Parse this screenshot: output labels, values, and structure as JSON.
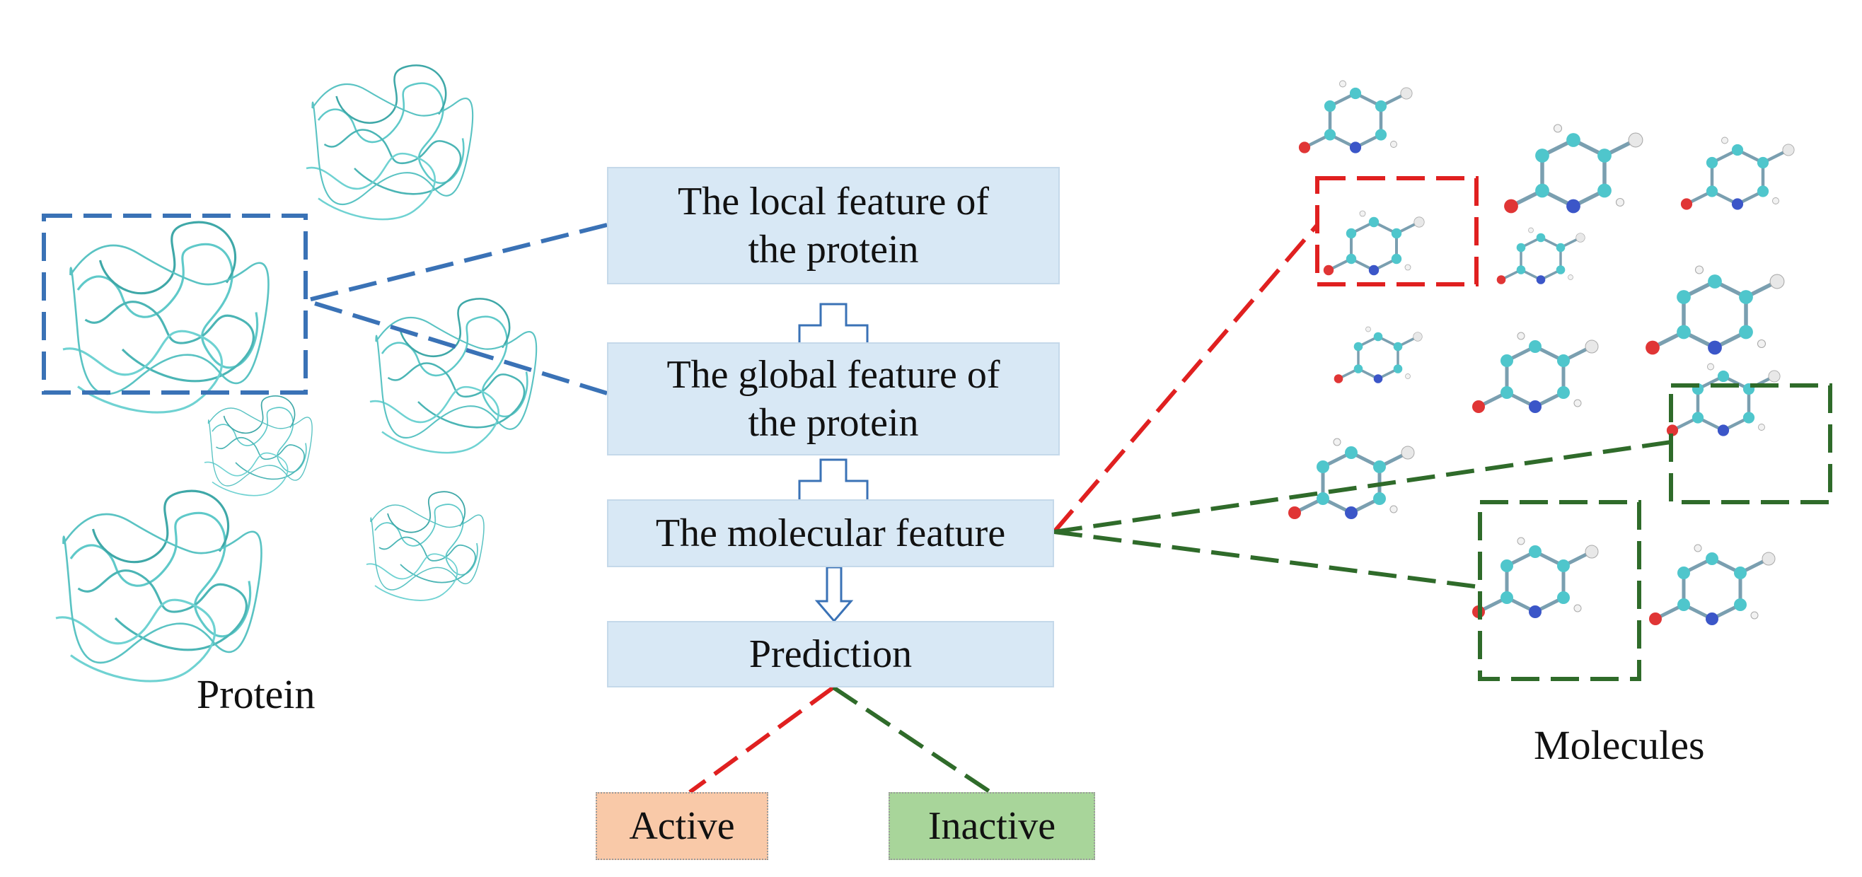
{
  "protein_label": "Protein",
  "molecules_label": "Molecules",
  "steps": {
    "local": {
      "line1": "The local feature of",
      "line2": "the protein"
    },
    "global": {
      "line1": "The global feature of",
      "line2": "the protein"
    },
    "molecular": "The molecular feature",
    "prediction": "Prediction"
  },
  "outcomes": {
    "active": "Active",
    "inactive": "Inactive"
  },
  "colors": {
    "step_fill": "#d8e8f5",
    "active_fill": "#f9c9a8",
    "inactive_fill": "#a8d59a",
    "protein_dash": "#3a72b6",
    "active_dash": "#e02020",
    "inactive_dash": "#2f6b2a",
    "protein_ribbon": "#5fc9c9"
  }
}
